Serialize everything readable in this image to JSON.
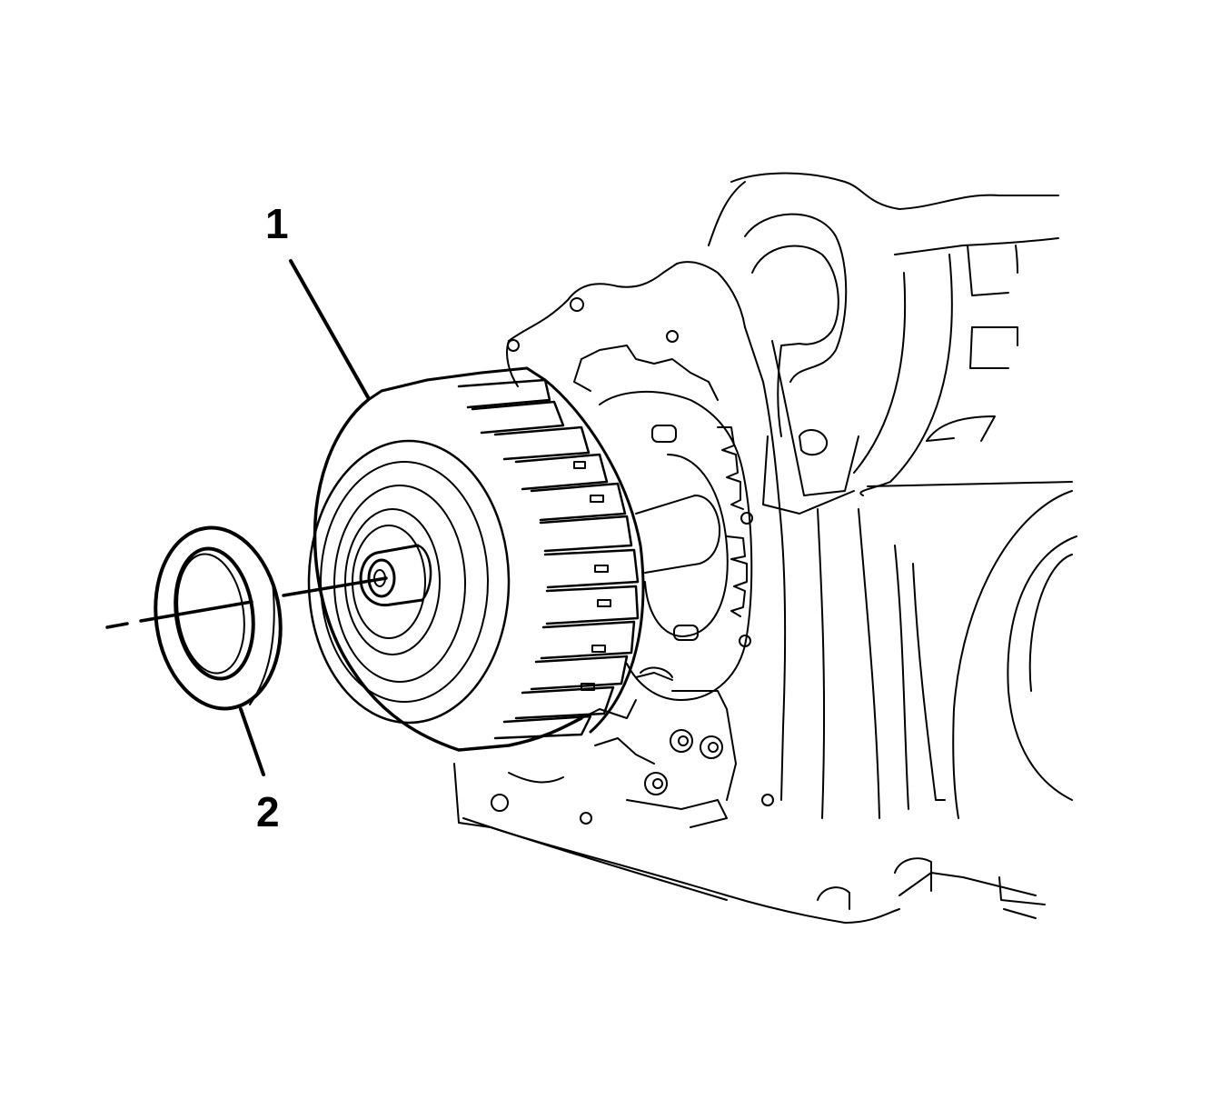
{
  "diagram": {
    "type": "exploded-view line art",
    "colors": {
      "line": "#000000",
      "background": "#ffffff"
    },
    "callouts": [
      {
        "id": "1",
        "label": "1",
        "points_to": "clutch-drum-gear-assembly"
      },
      {
        "id": "2",
        "label": "2",
        "points_to": "thrust-washer-ring"
      }
    ]
  }
}
